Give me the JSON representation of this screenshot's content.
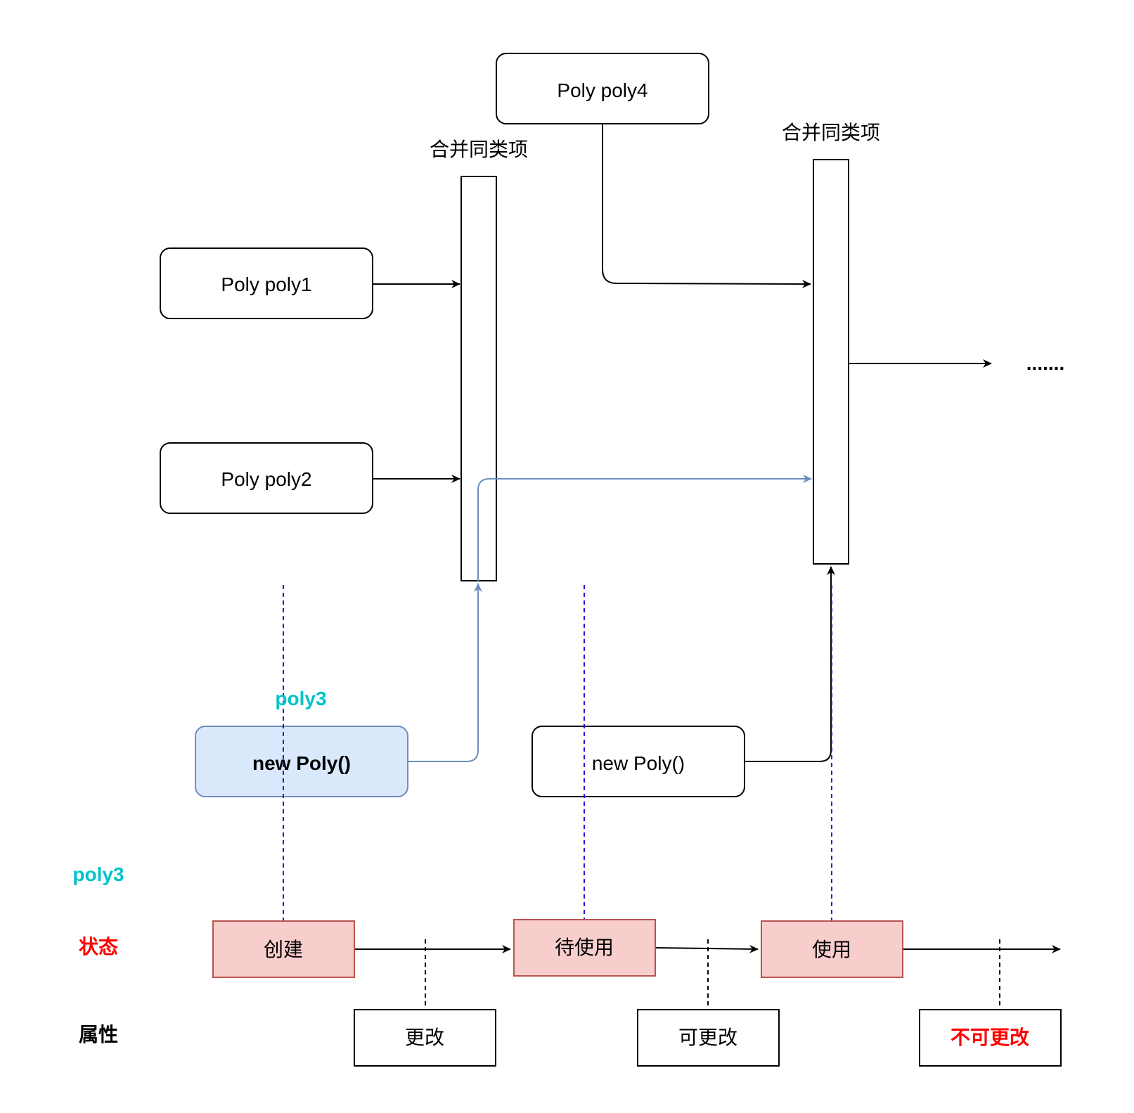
{
  "nodes": {
    "poly4": "Poly poly4",
    "poly1": "Poly poly1",
    "poly2": "Poly poly2",
    "new_poly_blue": "new Poly()",
    "new_poly_white": "new Poly()"
  },
  "merge_labels": {
    "left": "合并同类项",
    "right": "合并同类项"
  },
  "ellipsis": ".......",
  "poly3_label_top": "poly3",
  "row_labels": {
    "poly3": "poly3",
    "state": "状态",
    "attribute": "属性"
  },
  "states": {
    "create": "创建",
    "pending": "待使用",
    "use": "使用"
  },
  "attributes": {
    "change": "更改",
    "changeable": "可更改",
    "unchangeable": "不可更改"
  },
  "colors": {
    "blue_fill": "#dae8fc",
    "blue_stroke": "#6c8ebf",
    "red_fill": "#f8cecc",
    "red_stroke": "#b85450",
    "teal_text": "#00c3c8",
    "red_text": "#ff0000",
    "dash_purple": "#3a00d6"
  }
}
